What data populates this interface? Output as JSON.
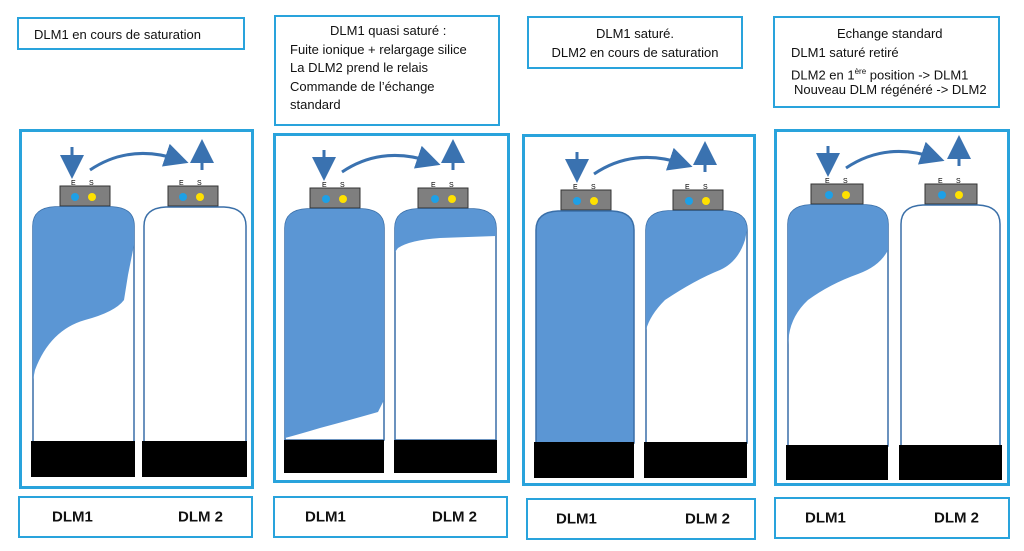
{
  "panels": [
    {
      "caption": [
        "DLM1 en cours de saturation"
      ],
      "labels": [
        "DLM1",
        "DLM 2"
      ]
    },
    {
      "caption": [
        "DLM1 quasi saturé :",
        "Fuite ionique + relargage silice",
        "La DLM2 prend le relais",
        "Commande de l’échange",
        "standard"
      ],
      "labels": [
        "DLM1",
        "DLM 2"
      ]
    },
    {
      "caption": [
        "DLM1 saturé.",
        "DLM2 en cours de saturation"
      ],
      "labels": [
        "DLM1",
        "DLM 2"
      ]
    },
    {
      "caption": [
        "Echange standard",
        "DLM1 saturé retiré",
        "DLM2 en 1ère position -> DLM1",
        "Nouveau DLM régénéré -> DLM2"
      ],
      "labels": [
        "DLM1",
        "DLM 2"
      ]
    }
  ],
  "port_labels": {
    "inlet": "E",
    "outlet": "S"
  },
  "colors": {
    "frame": "#29a3dc",
    "resin": "#5b96d4",
    "base": "#000000",
    "cap": "#7f7f7f",
    "dot_in": "#1ea0e6",
    "dot_out": "#ffe100",
    "arrow": "#3a72b0"
  }
}
